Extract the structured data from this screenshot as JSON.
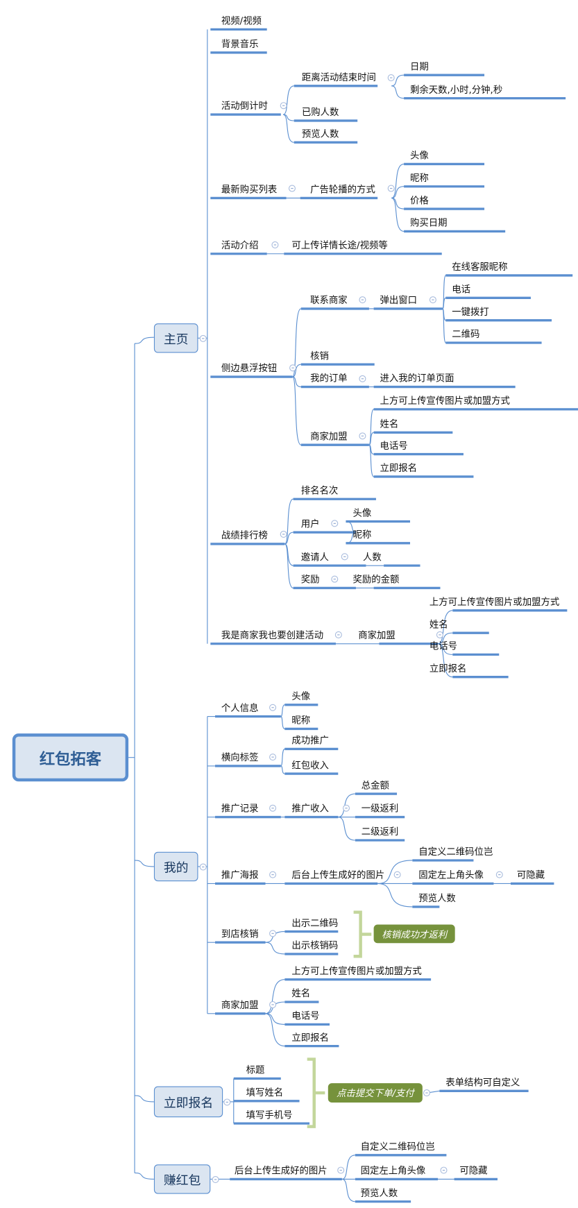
{
  "colors": {
    "line": "#5b8fd0",
    "main_fill": "#dbe5f1",
    "root_text": "#2f5e95",
    "bracket": "#c3d69b",
    "summary_fill": "#76923c"
  },
  "root": {
    "label": "红包拓客"
  },
  "branches": {
    "home": {
      "label": "主页",
      "video": "视频/视频",
      "bgm": "背景音乐",
      "countdown": {
        "label": "活动倒计时",
        "end_time": {
          "label": "距离活动结束时间",
          "date": "日期",
          "remaining": "剩余天数,小时,分钟,秒"
        },
        "bought": "已购人数",
        "views": "预览人数"
      },
      "latest": {
        "label": "最新购买列表",
        "ad": {
          "label": "广告轮播的方式",
          "avatar": "头像",
          "nickname": "昵称",
          "price": "价格",
          "date": "购买日期"
        }
      },
      "intro": {
        "label": "活动介绍",
        "detail": "可上传详情长途/视频等"
      },
      "float": {
        "label": "侧边悬浮按钮",
        "contact": {
          "label": "联系商家",
          "popup": {
            "label": "弹出窗口",
            "cs_name": "在线客服昵称",
            "phone": "电话",
            "dial": "一键拨打",
            "qr": "二维码"
          }
        },
        "verify": "核销",
        "orders": {
          "label": "我的订单",
          "goto": "进入我的订单页面"
        },
        "join": {
          "label": "商家加盟",
          "upload": "上方可上传宣传图片或加盟方式",
          "name": "姓名",
          "phone": "电话号",
          "signup": "立即报名"
        }
      },
      "rank": {
        "label": "战绩排行榜",
        "position": "排名名次",
        "user": {
          "label": "用户",
          "avatar": "头像",
          "nickname": "昵称"
        },
        "inviter": {
          "label": "邀请人",
          "count": "人数"
        },
        "reward": {
          "label": "奖励",
          "amount": "奖励的金额"
        }
      },
      "merchant": {
        "label": "我是商家我也要创建活动",
        "join": {
          "label": "商家加盟",
          "upload": "上方可上传宣传图片或加盟方式",
          "name": "姓名",
          "phone": "电话号",
          "signup": "立即报名"
        }
      }
    },
    "mine": {
      "label": "我的",
      "profile": {
        "label": "个人信息",
        "avatar": "头像",
        "nickname": "昵称"
      },
      "tabs": {
        "label": "横向标签",
        "success": "成功推广",
        "income": "红包收入"
      },
      "records": {
        "label": "推广记录",
        "income": {
          "label": "推广收入",
          "total": "总金额",
          "level1": "一级返利",
          "level2": "二级返利"
        }
      },
      "poster": {
        "label": "推广海报",
        "bg": {
          "label": "后台上传生成好的图片",
          "qr_pos": "自定义二维码位岂",
          "avatar": {
            "label": "固定左上角头像",
            "hide": "可隐藏"
          },
          "views": "预览人数"
        }
      },
      "store": {
        "label": "到店核销",
        "show_qr": "出示二维码",
        "show_code": "出示核销码",
        "summary": "核销成功才返利"
      },
      "join": {
        "label": "商家加盟",
        "upload": "上方可上传宣传图片或加盟方式",
        "name": "姓名",
        "phone": "电话号",
        "signup": "立即报名"
      }
    },
    "signup": {
      "label": "立即报名",
      "title": "标题",
      "name": "填写姓名",
      "phone": "填写手机号",
      "summary": "点击提交下单/支付",
      "custom": "表单结构可自定义"
    },
    "earn": {
      "label": "赚红包",
      "bg": {
        "label": "后台上传生成好的图片",
        "qr_pos": "自定义二维码位岂",
        "avatar": {
          "label": "固定左上角头像",
          "hide": "可隐藏"
        },
        "views": "预览人数"
      }
    }
  }
}
